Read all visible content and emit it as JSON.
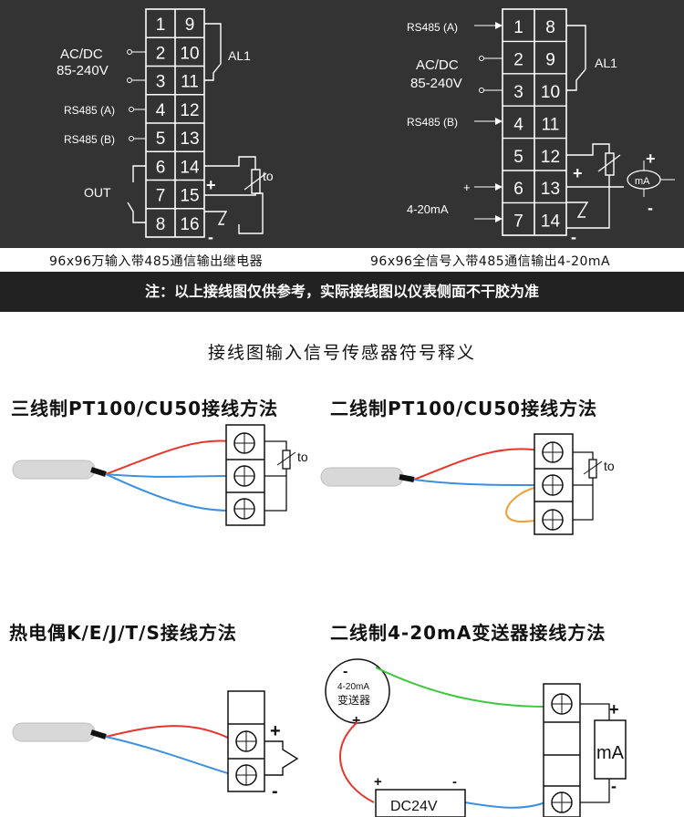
{
  "top_left": {
    "terminals": [
      [
        "1",
        "9"
      ],
      [
        "2",
        "10"
      ],
      [
        "3",
        "11"
      ],
      [
        "4",
        "12"
      ],
      [
        "5",
        "13"
      ],
      [
        "6",
        "14"
      ],
      [
        "7",
        "15"
      ],
      [
        "8",
        "16"
      ]
    ],
    "acdc_label": "AC/DC",
    "voltage_label": "85-240V",
    "al1_label": "AL1",
    "rs485a_label": "RS485 (A)",
    "rs485b_label": "RS485 (B)",
    "out_label": "OUT",
    "sensor_label": "to",
    "plus_label": "+",
    "minus_label": "-",
    "caption": "96x96万输入带485通信输出继电器"
  },
  "top_right": {
    "terminals": [
      [
        "1",
        "8"
      ],
      [
        "2",
        "9"
      ],
      [
        "3",
        "10"
      ],
      [
        "4",
        "11"
      ],
      [
        "5",
        "12"
      ],
      [
        "6",
        "13"
      ],
      [
        "7",
        "14"
      ]
    ],
    "rs485a_label": "RS485 (A)",
    "rs485b_label": "RS485 (B)",
    "acdc_label": "AC/DC",
    "voltage_label": "85-240V",
    "al1_label": "AL1",
    "current_label": "4-20mA",
    "meter_label": "mA",
    "plus_label": "+",
    "minus_label": "-",
    "caption": "96x96全信号入带485通信输出4-20mA"
  },
  "note": "注：以上接线图仅供参考，实际接线图以仪表侧面不干胶为准",
  "section_title": "接线图输入信号传感器符号释义",
  "methods": {
    "three_wire": {
      "title": "三线制PT100/CU50接线方法",
      "sensor_label": "to"
    },
    "two_wire": {
      "title": "二线制PT100/CU50接线方法",
      "sensor_label": "to"
    },
    "thermocouple": {
      "title": "热电偶K/E/J/T/S接线方法",
      "plus_label": "+",
      "minus_label": "-"
    },
    "transmitter": {
      "title": "二线制4-20mA变送器接线方法",
      "device_line1": "4-20mA",
      "device_line2": "变送器",
      "minus_label": "-",
      "plus_label": "+",
      "dc_label": "DC24V",
      "dc_plus": "+",
      "dc_minus": "-",
      "meter_label": "mA",
      "meter_plus": "+",
      "meter_minus": "-"
    }
  },
  "colors": {
    "red_wire": "#e8362f",
    "blue_wire": "#3d8fe0",
    "orange_wire": "#f0a030",
    "green_wire": "#3cc63c",
    "panel_bg": "#333333"
  }
}
